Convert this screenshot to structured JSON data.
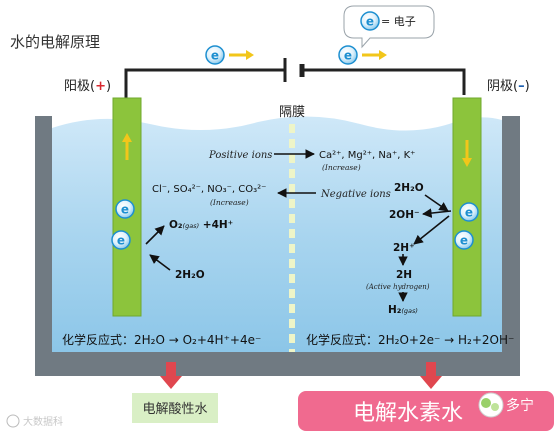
{
  "title": "水的电解原理",
  "legend": {
    "electron_symbol": "e",
    "electron_meaning": "= 电子"
  },
  "anode_label": "阳极(",
  "anode_sign": "+",
  "anode_close": ")",
  "cathode_label": "阴极(",
  "cathode_sign": "–",
  "cathode_close": ")",
  "membrane_label": "隔膜",
  "electron_symbol": "e",
  "positive_ions": {
    "label": "Positive ions",
    "species": "Ca²⁺, Mg²⁺, Na⁺, K⁺",
    "note": "(Increase)"
  },
  "negative_ions": {
    "label": "Negative ions",
    "species": "Cl⁻, SO₄²⁻, NO₃⁻, CO₃²⁻",
    "note": "(Increase)"
  },
  "anode_reaction": {
    "reactant": "2H₂O",
    "product_main": "O₂",
    "product_state": "(gas)",
    "product_rest": " +4H⁺"
  },
  "cathode_reaction": {
    "reactant": "2H₂O",
    "hydroxide": "2OH⁻",
    "proton": "2H⁺",
    "hydrogen": "2H",
    "hydrogen_note": "(Active hydrogen)",
    "h2_main": "H₂",
    "h2_state": "(gas)"
  },
  "anode_equation": "化学反应式：2H₂O → O₂+4H⁺+4e⁻",
  "cathode_equation": "化学反应式：2H₂O+2e⁻ → H₂+2OH⁻",
  "acidic_water": "电解酸性水",
  "hydrogen_water": "电解水素水",
  "watermark_left": "大数据科",
  "watermark_right": "多宁",
  "colors": {
    "water": "#a9d5ef",
    "water_deep": "#88c2e6",
    "electrode": "#8cc43c",
    "electrode_edge": "#6fa82e",
    "tank": "#707a82",
    "arrow_yellow": "#f2c61a",
    "arrow_red": "#e0474f",
    "box_green": "#d9efc5",
    "box_pink": "#f06a8f",
    "electron_blue": "#1d8fd0"
  }
}
